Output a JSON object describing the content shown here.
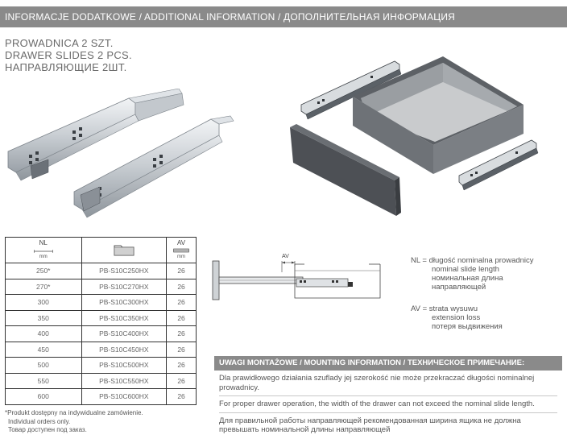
{
  "header": {
    "title": "INFORMACJE DODATKOWE / ADDITIONAL INFORMATION / ДОПОЛНИТЕЛЬНАЯ ИНФОРМАЦИЯ"
  },
  "product": {
    "title_pl": "PROWADNICA 2 SZT.",
    "title_en": "DRAWER SLIDES 2 PCS.",
    "title_ru": "НАПРАВЛЯЮЩИЕ 2ШТ."
  },
  "table": {
    "col_nl": "NL",
    "col_av": "AV",
    "unit": "mm",
    "rows": [
      {
        "nl": "250*",
        "code": "PB-S10C250HX",
        "av": "26"
      },
      {
        "nl": "270*",
        "code": "PB-S10C270HX",
        "av": "26"
      },
      {
        "nl": "300",
        "code": "PB-S10C300HX",
        "av": "26"
      },
      {
        "nl": "350",
        "code": "PB-S10C350HX",
        "av": "26"
      },
      {
        "nl": "400",
        "code": "PB-S10C400HX",
        "av": "26"
      },
      {
        "nl": "450",
        "code": "PB-S10C450HX",
        "av": "26"
      },
      {
        "nl": "500",
        "code": "PB-S10C500HX",
        "av": "26"
      },
      {
        "nl": "550",
        "code": "PB-S10C550HX",
        "av": "26"
      },
      {
        "nl": "600",
        "code": "PB-S10C600HX",
        "av": "26"
      }
    ]
  },
  "footnote": {
    "line1": "*Produkt dostępny na indywidualne zamówienie.",
    "line2": "Individual orders only.",
    "line3": "Товар доступен под заказ."
  },
  "diagram": {
    "av_label": "AV"
  },
  "legend": {
    "nl_line1": "NL = długość nominalna prowadnicy",
    "nl_line2": "nominal slide length",
    "nl_line3": "номинальная длина",
    "nl_line4": "направляющей",
    "av_line1": "AV = strata wysuwu",
    "av_line2": "extension loss",
    "av_line3": "потеря выдвижения"
  },
  "mounting": {
    "title": "UWAGI MONTAŻOWE / MOUNTING INFORMATION / ТЕХНИЧЕСКОЕ ПРИМЕЧАНИЕ:",
    "pl": "Dla prawidłowego działania szuflady jej szerokość nie może przekraczać długości nominalnej prowadnicy.",
    "en": "For proper drawer operation, the width of the drawer can not exceed the nominal slide length.",
    "ru": "Для правильной работы направляющей рекомендованная ширина ящика не должна превышать  номинальной длины направляющей"
  }
}
